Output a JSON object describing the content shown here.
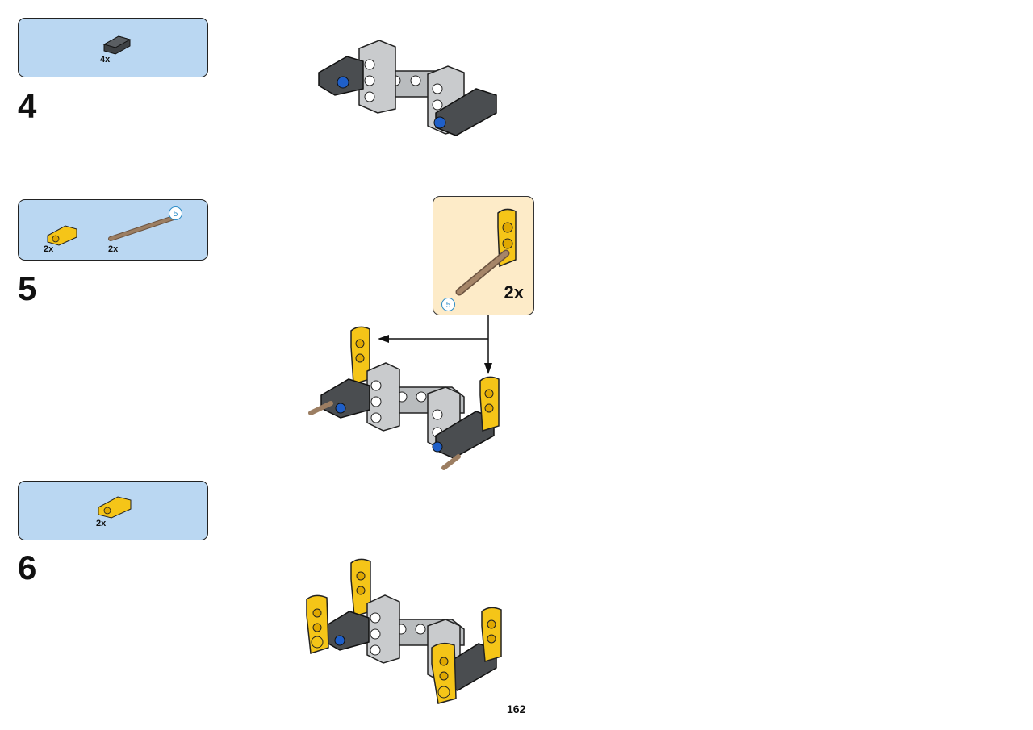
{
  "steps": [
    {
      "number": "4",
      "parts": [
        {
          "name": "dark grey connector",
          "qty": "4x"
        }
      ]
    },
    {
      "number": "5",
      "parts": [
        {
          "name": "yellow cross block",
          "qty": "2x"
        },
        {
          "name": "tan axle",
          "qty": "2x",
          "length_badge": "5"
        }
      ],
      "callout": {
        "multiplier": "2x",
        "length_badge": "5"
      }
    },
    {
      "number": "6",
      "parts": [
        {
          "name": "yellow cross block",
          "qty": "2x"
        }
      ]
    }
  ],
  "page_number": "162",
  "colors": {
    "parts_box_bg": "#bad7f2",
    "callout_bg": "#fdebc8",
    "brick_yellow": "#f5c518",
    "brick_light_grey": "#b9bcbe",
    "brick_dark_grey": "#4a4d50",
    "pin_blue": "#1f5fc8",
    "axle_tan": "#9c7e62"
  }
}
